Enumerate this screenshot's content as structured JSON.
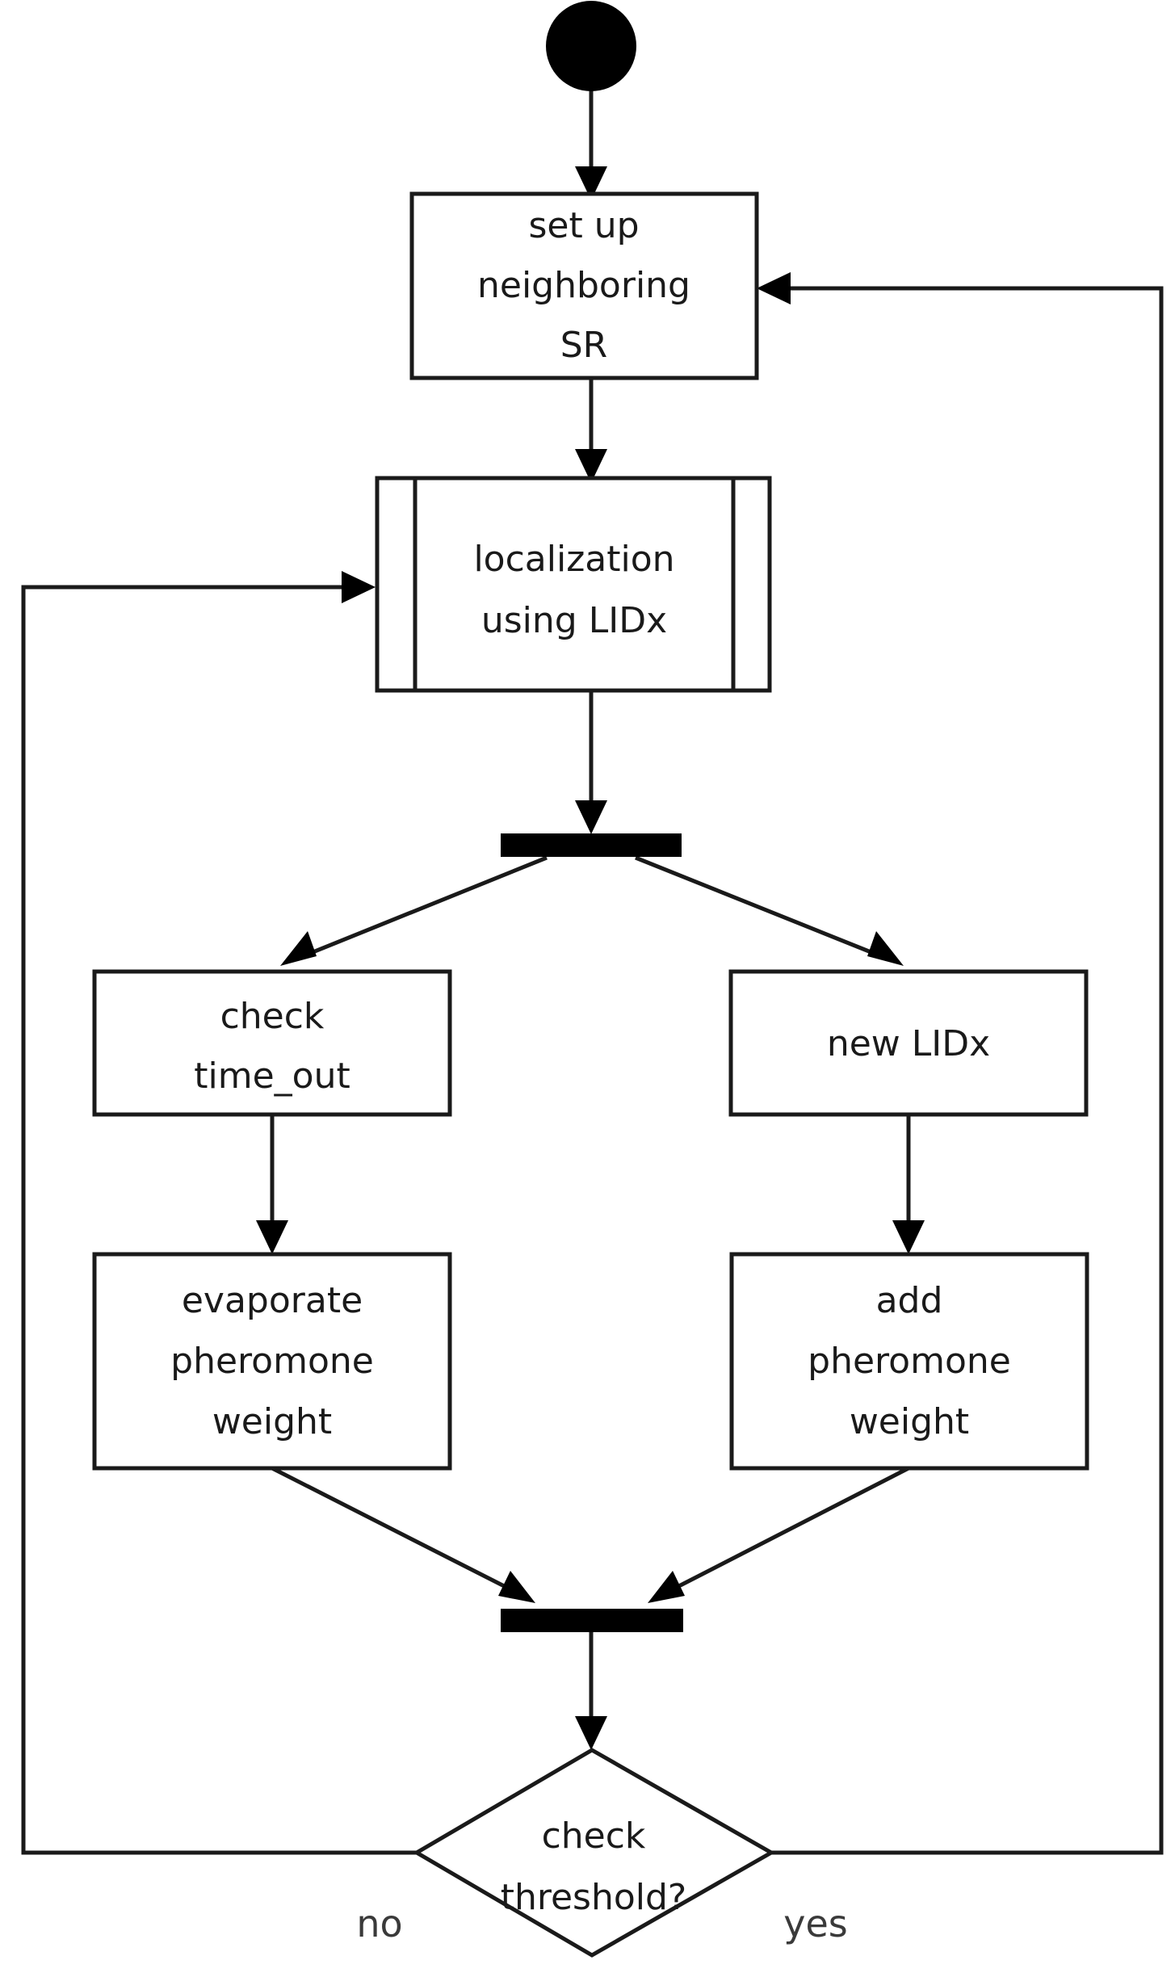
{
  "diagram": {
    "type": "uml-activity-flowchart",
    "title": "",
    "background_color": "#ffffff",
    "line_color": "#1a1a1a",
    "text_color": "#1a1a1a",
    "nodes": [
      {
        "id": "start",
        "shape": "initial-node",
        "label": ""
      },
      {
        "id": "setup",
        "shape": "activity",
        "label": "set up neighboring SR",
        "lines": [
          "set up",
          "neighboring",
          "SR"
        ]
      },
      {
        "id": "localization",
        "shape": "subroutine",
        "label": "localization using LIDx",
        "lines": [
          "localization",
          "using LIDx"
        ]
      },
      {
        "id": "fork",
        "shape": "fork-bar",
        "label": ""
      },
      {
        "id": "check_timeout",
        "shape": "activity",
        "label": "check time_out",
        "lines": [
          "check",
          "time_out"
        ]
      },
      {
        "id": "new_lidx",
        "shape": "activity",
        "label": "new LIDx",
        "lines": [
          "new LIDx"
        ]
      },
      {
        "id": "evaporate",
        "shape": "activity",
        "label": "evaporate pheromone weight",
        "lines": [
          "evaporate",
          "pheromone",
          "weight"
        ]
      },
      {
        "id": "add",
        "shape": "activity",
        "label": "add pheromone weight",
        "lines": [
          "add",
          "pheromone",
          "weight"
        ]
      },
      {
        "id": "join",
        "shape": "join-bar",
        "label": ""
      },
      {
        "id": "decision",
        "shape": "decision-diamond",
        "label": "check threshold?",
        "lines": [
          "check",
          "threshold?"
        ]
      }
    ],
    "edges": [
      {
        "from": "start",
        "to": "setup",
        "label": ""
      },
      {
        "from": "setup",
        "to": "localization",
        "label": ""
      },
      {
        "from": "localization",
        "to": "fork",
        "label": ""
      },
      {
        "from": "fork",
        "to": "check_timeout",
        "label": ""
      },
      {
        "from": "fork",
        "to": "new_lidx",
        "label": ""
      },
      {
        "from": "check_timeout",
        "to": "evaporate",
        "label": ""
      },
      {
        "from": "new_lidx",
        "to": "add",
        "label": ""
      },
      {
        "from": "evaporate",
        "to": "join",
        "label": ""
      },
      {
        "from": "add",
        "to": "join",
        "label": ""
      },
      {
        "from": "join",
        "to": "decision",
        "label": ""
      },
      {
        "from": "decision",
        "to": "localization",
        "label": "no"
      },
      {
        "from": "decision",
        "to": "setup",
        "label": "yes"
      }
    ],
    "edge_labels": {
      "no": "no",
      "yes": "yes"
    }
  }
}
